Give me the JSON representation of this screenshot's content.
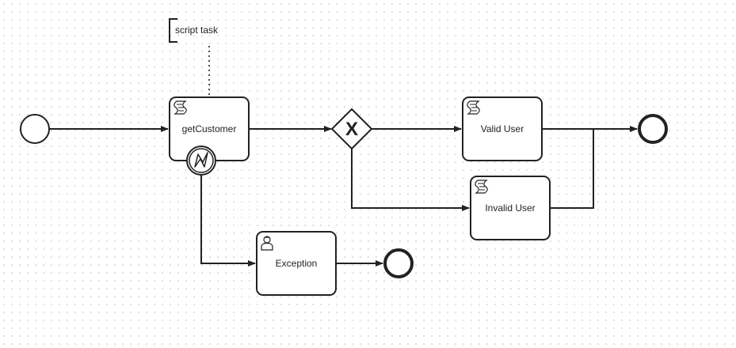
{
  "annotation": {
    "text": "script task"
  },
  "tasks": {
    "get_customer": {
      "label": "getCustomer",
      "type": "script"
    },
    "valid_user": {
      "label": "Valid User",
      "type": "script"
    },
    "invalid_user": {
      "label": "Invalid User",
      "type": "script"
    },
    "exception": {
      "label": "Exception",
      "type": "user"
    }
  },
  "gateway": {
    "type": "exclusive",
    "marker": "X"
  },
  "events": {
    "start": {
      "type": "start"
    },
    "end_main": {
      "type": "end"
    },
    "end_exception": {
      "type": "end"
    },
    "boundary_error": {
      "type": "error-boundary"
    }
  }
}
